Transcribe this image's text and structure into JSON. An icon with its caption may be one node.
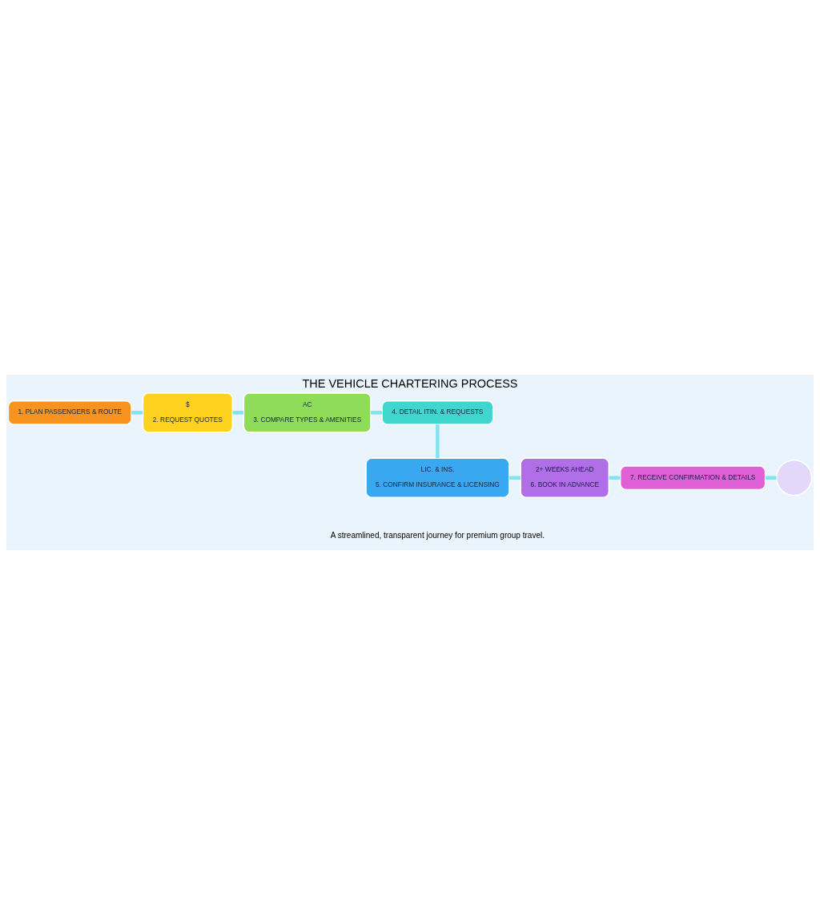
{
  "diagram": {
    "title": "THE VEHICLE CHARTERING PROCESS",
    "caption": "A streamlined, transparent journey for premium group travel.",
    "nodes": [
      {
        "text": [
          "1. PLAN PASSENGERS & ROUTE"
        ]
      },
      {
        "text": [
          "$",
          "2. REQUEST QUOTES"
        ]
      },
      {
        "text": [
          "AC",
          "3. COMPARE TYPES & AMENITIES"
        ]
      },
      {
        "text": [
          "4. DETAIL ITIN. & REQUESTS"
        ]
      },
      {
        "text": [
          "LIC. & INS.",
          "5. CONFIRM INSURANCE & LICENSING"
        ]
      },
      {
        "text": [
          "2+ WEEKS AHEAD",
          "6. BOOK IN ADVANCE"
        ]
      },
      {
        "text": [
          "7. RECEIVE CONFIRMATION & DETAILS"
        ]
      },
      {
        "text": [],
        "shape": "circle"
      }
    ],
    "edges": [
      {
        "from": 0,
        "to": 1,
        "arrow": "none"
      },
      {
        "from": 1,
        "to": 2,
        "arrow": "none"
      },
      {
        "from": 2,
        "to": 3,
        "arrow": "none"
      },
      {
        "from": 3,
        "to": 4,
        "arrow": "none"
      },
      {
        "from": 4,
        "to": 5,
        "arrow": "none"
      },
      {
        "from": 5,
        "to": 6,
        "arrow": "none"
      },
      {
        "from": 6,
        "to": 7,
        "arrow": "none"
      }
    ]
  }
}
